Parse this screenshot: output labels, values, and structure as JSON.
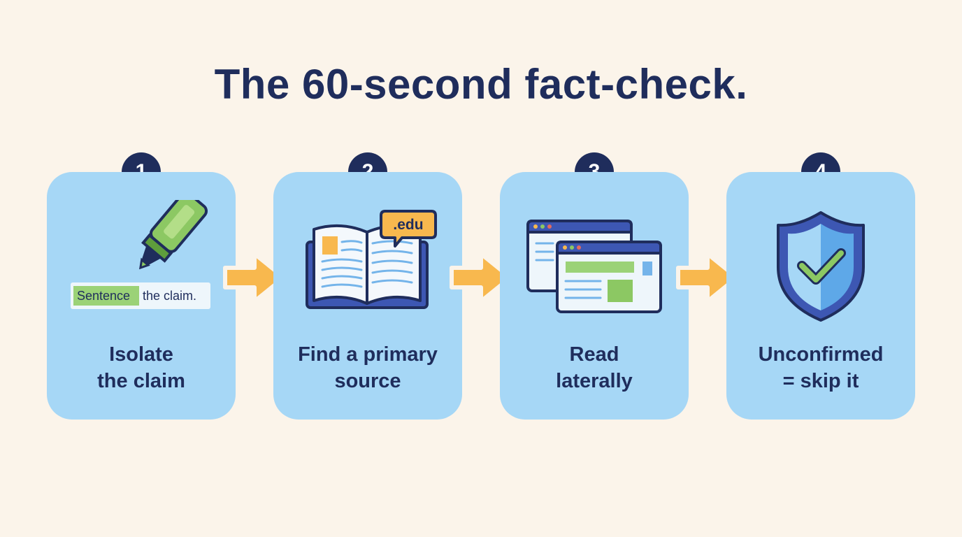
{
  "title": "The 60-second fact-check.",
  "colors": {
    "background": "#fbf4ea",
    "card": "#a6d7f6",
    "navy": "#1f2d5c",
    "arrow": "#f8b84e",
    "green": "#8cc863",
    "blue": "#4f9de0"
  },
  "steps": [
    {
      "number": "1",
      "icon": "highlighter-icon",
      "label_lines": [
        "Isolate",
        "the claim"
      ],
      "highlighted_word": "Sentence",
      "rest_text": " the claim."
    },
    {
      "number": "2",
      "icon": "open-book-icon",
      "label_lines": [
        "Find a primary",
        "source"
      ],
      "tag": ".edu"
    },
    {
      "number": "3",
      "icon": "browser-windows-icon",
      "label_lines": [
        "Read",
        "laterally"
      ]
    },
    {
      "number": "4",
      "icon": "shield-check-icon",
      "label_lines": [
        "Unconfirmed",
        "= skip it"
      ]
    }
  ],
  "connectors": [
    "arrow-right-icon",
    "arrow-right-icon",
    "arrow-right-icon"
  ]
}
